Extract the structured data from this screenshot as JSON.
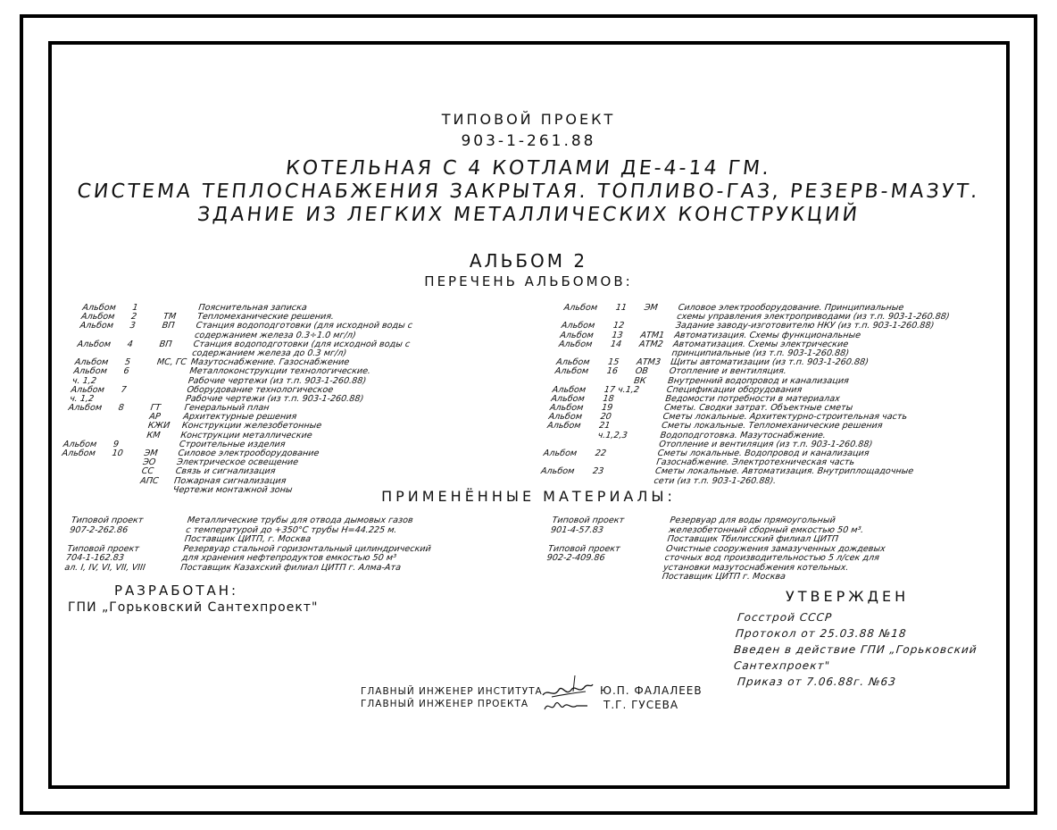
{
  "header": {
    "type_project": "ТИПОВОЙ ПРОЕКТ",
    "number": "903-1-261.88",
    "title_lines": [
      "КОТЕЛЬНАЯ С 4 КОТЛАМИ    ДЕ-4-14 ГМ.",
      "СИСТЕМА ТЕПЛОСНАБЖЕНИЯ ЗАКРЫТАЯ. ТОПЛИВО-ГАЗ, РЕЗЕРВ-МАЗУТ.",
      "ЗДАНИЕ ИЗ   ЛЕГКИХ    МЕТАЛЛИЧЕСКИХ    КОНСТРУКЦИЙ"
    ],
    "album": "АЛЬБОМ 2",
    "list_title": "ПЕРЕЧЕНЬ АЛЬБОМОВ:"
  },
  "albums_left": [
    {
      "album": "Альбом",
      "num": "1",
      "code": "",
      "desc": "Пояснительная записка"
    },
    {
      "album": "Альбом",
      "num": "2",
      "code": "ТМ",
      "desc": "Тепломеханические решения."
    },
    {
      "album": "Альбом",
      "num": "3",
      "code": "ВП",
      "desc": "Станция водоподготовки (для исходной воды с"
    },
    {
      "album": "",
      "num": "",
      "code": "",
      "desc": "содержанием железа 0.3÷1.0 мг/л)"
    },
    {
      "album": "Альбом",
      "num": "4",
      "code": "ВП",
      "desc": "Станция водоподготовки (для исходной воды с"
    },
    {
      "album": "",
      "num": "",
      "code": "",
      "desc": "содержанием железа до 0.3 мг/л)"
    },
    {
      "album": "Альбом",
      "num": "5",
      "code": "МС, ГС",
      "desc": "Мазутоснабжение. Газоснабжение"
    },
    {
      "album": "Альбом",
      "num": "6",
      "code": "",
      "desc": "Металлоконструкции технологические."
    },
    {
      "album": "ч. 1,2",
      "num": "",
      "code": "",
      "desc": "Рабочие чертежи (из т.п. 903-1-260.88)"
    },
    {
      "album": "Альбом",
      "num": "7",
      "code": "",
      "desc": "Оборудование технологическое"
    },
    {
      "album": "ч. 1,2",
      "num": "",
      "code": "",
      "desc": "Рабочие чертежи (из т.п. 903-1-260.88)"
    },
    {
      "album": "Альбом",
      "num": "8",
      "code": "ГТ",
      "desc": "Генеральный план"
    },
    {
      "album": "",
      "num": "",
      "code": "АР",
      "desc": "Архитектурные решения"
    },
    {
      "album": "",
      "num": "",
      "code": "КЖИ",
      "desc": "Конструкции железобетонные"
    },
    {
      "album": "",
      "num": "",
      "code": "КМ",
      "desc": "Конструкции металлические"
    },
    {
      "album": "Альбом",
      "num": "9",
      "code": "",
      "desc": "Строительные изделия"
    },
    {
      "album": "Альбом",
      "num": "10",
      "code": "ЭМ",
      "desc": "Силовое электрооборудование"
    },
    {
      "album": "",
      "num": "",
      "code": "ЭО",
      "desc": "Электрическое освещение"
    },
    {
      "album": "",
      "num": "",
      "code": "СС",
      "desc": "Связь и сигнализация"
    },
    {
      "album": "",
      "num": "",
      "code": "АПС",
      "desc": "Пожарная сигнализация"
    },
    {
      "album": "",
      "num": "",
      "code": "",
      "desc": "Чертежи монтажной зоны"
    }
  ],
  "albums_right": [
    {
      "album": "Альбом",
      "num": "11",
      "code": "ЭМ",
      "desc": "Силовое электрооборудование. Принципиальные"
    },
    {
      "album": "",
      "num": "",
      "code": "",
      "desc": "схемы управления электроприводами (из т.п. 903-1-260.88)"
    },
    {
      "album": "Альбом",
      "num": "12",
      "code": "",
      "desc": "Задание заводу-изготовителю НКУ (из т.п. 903-1-260.88)"
    },
    {
      "album": "Альбом",
      "num": "13",
      "code": "АТМ1",
      "desc": "Автоматизация. Схемы функциональные"
    },
    {
      "album": "Альбом",
      "num": "14",
      "code": "АТМ2",
      "desc": "Автоматизация. Схемы электрические"
    },
    {
      "album": "",
      "num": "",
      "code": "",
      "desc": "принципиальные (из т.п. 903-1-260.88)"
    },
    {
      "album": "Альбом",
      "num": "15",
      "code": "АТМ3",
      "desc": "Щиты автоматизации (из т.п. 903-1-260.88)"
    },
    {
      "album": "Альбом",
      "num": "16",
      "code": "ОВ",
      "desc": "Отопление и вентиляция."
    },
    {
      "album": "",
      "num": "",
      "code": "ВК",
      "desc": "Внутренний водопровод и канализация"
    },
    {
      "album": "Альбом",
      "num": "17 ч.1,2",
      "code": "",
      "desc": "Спецификации оборудования"
    },
    {
      "album": "Альбом",
      "num": "18",
      "code": "",
      "desc": "Ведомости потребности в материалах"
    },
    {
      "album": "Альбом",
      "num": "19",
      "code": "",
      "desc": "Сметы. Сводки затрат. Объектные сметы"
    },
    {
      "album": "Альбом",
      "num": "20",
      "code": "",
      "desc": "Сметы локальные. Архитектурно-строительная часть"
    },
    {
      "album": "Альбом",
      "num": "21",
      "code": "",
      "desc": "Сметы локальные. Тепломеханические решения"
    },
    {
      "album": "",
      "num": "ч.1,2,3",
      "code": "",
      "desc": "Водоподготовка. Мазутоснабжение."
    },
    {
      "album": "",
      "num": "",
      "code": "",
      "desc": "Отопление и вентиляция (из т.п. 903-1-260.88)"
    },
    {
      "album": "Альбом",
      "num": "22",
      "code": "",
      "desc": "Сметы локальные. Водопровод и канализация"
    },
    {
      "album": "",
      "num": "",
      "code": "",
      "desc": "Газоснабжение. Электротехническая часть"
    },
    {
      "album": "Альбом",
      "num": "23",
      "code": "",
      "desc": "Сметы локальные. Автоматизация. Внутриплощадочные"
    },
    {
      "album": "",
      "num": "",
      "code": "",
      "desc": "сети (из т.п. 903-1-260.88)."
    }
  ],
  "materials_title": "ПРИМЕНЁННЫЕ МАТЕРИАЛЫ:",
  "materials_left": [
    [
      "Типовой проект",
      "Металлические трубы для отвода дымовых газов"
    ],
    [
      "907-2-262.86",
      "с температурой до +350°С трубы Н=44.225 м."
    ],
    [
      "",
      "Поставщик ЦИТП, г. Москва"
    ],
    [
      "Типовой проект",
      "Резервуар стальной горизонтальный цилиндрический"
    ],
    [
      "704-1-162.83",
      "для хранения нефтепродуктов емкостью 50 м³"
    ],
    [
      "ал. I, IV, VI, VII, VIII",
      "Поставщик Казахский филиал ЦИТП г. Алма-Ата"
    ]
  ],
  "materials_right": [
    [
      "Типовой проект",
      "Резервуар для воды прямоугольный"
    ],
    [
      "901-4-57.83",
      "железобетонный сборный емкостью 50 м³."
    ],
    [
      "",
      "Поставщик Тбилисский филиал ЦИТП"
    ],
    [
      "Типовой проект",
      "Очистные сооружения замазученных дождевых"
    ],
    [
      "902-2-409.86",
      "сточных вод производительностью 5 л/сек для"
    ],
    [
      "",
      "установки мазутоснабжения котельных."
    ],
    [
      "",
      "Поставщик ЦИТП г. Москва"
    ]
  ],
  "developed": {
    "heading": "РАЗРАБОТАН:",
    "org": "ГПИ „Горьковский Сантехпроект\""
  },
  "approved": {
    "heading": "УТВЕРЖДЕН",
    "lines": [
      "Госстрой СССР",
      "Протокол от 25.03.88  №18",
      "Введен в действие ГПИ „Горьковский",
      "Сантехпроект\"",
      "Приказ от     7.06.88г. №63"
    ]
  },
  "signatures": [
    {
      "role": "ГЛАВНЫЙ ИНЖЕНЕР ИНСТИТУТА",
      "name": "Ю.П. ФАЛАЛЕЕВ"
    },
    {
      "role": "ГЛАВНЫЙ ИНЖЕНЕР ПРОЕКТА",
      "name": "Т.Г. ГУСЕВА"
    }
  ]
}
